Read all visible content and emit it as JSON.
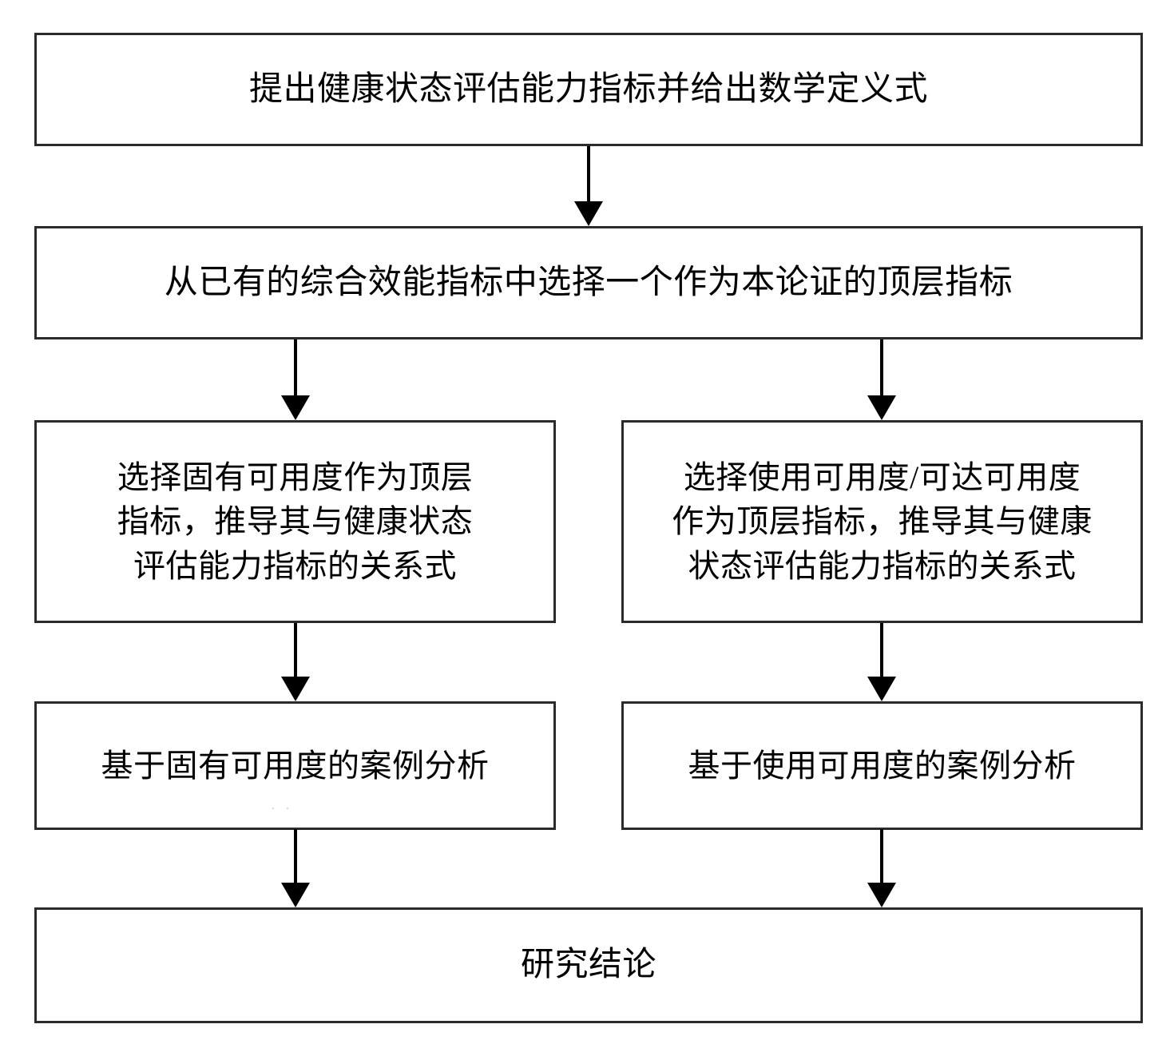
{
  "diagram": {
    "type": "flowchart",
    "title": "健康状态评估能力指标论证流程",
    "orientation": "top-to-bottom",
    "background_color": "#ffffff",
    "box_border_color": "#2b2b2b",
    "arrow_color": "#000000",
    "text_color": "#000000",
    "nodes": [
      {
        "id": "node-top",
        "label": "提出健康状态评估能力指标并给出数学定义式",
        "row": 1,
        "span": "full"
      },
      {
        "id": "node-select-index",
        "label": "从已有的综合效能指标中选择一个作为本论证的顶层指标",
        "row": 2,
        "span": "full"
      },
      {
        "id": "node-inherent",
        "label": "选择固有可用度作为顶层\n指标，推导其与健康状态\n评估能力指标的关系式",
        "row": 3,
        "span": "left"
      },
      {
        "id": "node-operational",
        "label": "选择使用可用度/可达可用度\n作为顶层指标，推导其与健康\n状态评估能力指标的关系式",
        "row": 3,
        "span": "right"
      },
      {
        "id": "node-case-inherent",
        "label": "基于固有可用度的案例分析",
        "row": 4,
        "span": "left"
      },
      {
        "id": "node-case-oper",
        "label": "基于使用可用度的案例分析",
        "row": 4,
        "span": "right"
      },
      {
        "id": "node-conclusion",
        "label": "研究结论",
        "row": 5,
        "span": "full"
      }
    ],
    "edges": [
      {
        "id": "conn-1",
        "from": "node-top",
        "to": "node-select-index",
        "style": "solid-arrow-down"
      },
      {
        "id": "conn-2l",
        "from": "node-select-index",
        "to": "node-inherent",
        "style": "solid-arrow-down"
      },
      {
        "id": "conn-2r",
        "from": "node-select-index",
        "to": "node-operational",
        "style": "solid-arrow-down"
      },
      {
        "id": "conn-3l",
        "from": "node-inherent",
        "to": "node-case-inherent",
        "style": "solid-arrow-down"
      },
      {
        "id": "conn-3r",
        "from": "node-operational",
        "to": "node-case-oper",
        "style": "solid-arrow-down"
      },
      {
        "id": "conn-4l",
        "from": "node-case-inherent",
        "to": "node-conclusion",
        "style": "solid-arrow-down"
      },
      {
        "id": "conn-4r",
        "from": "node-case-oper",
        "to": "node-conclusion",
        "style": "solid-arrow-down"
      }
    ],
    "artifacts": {
      "speckle": ".."
    }
  }
}
